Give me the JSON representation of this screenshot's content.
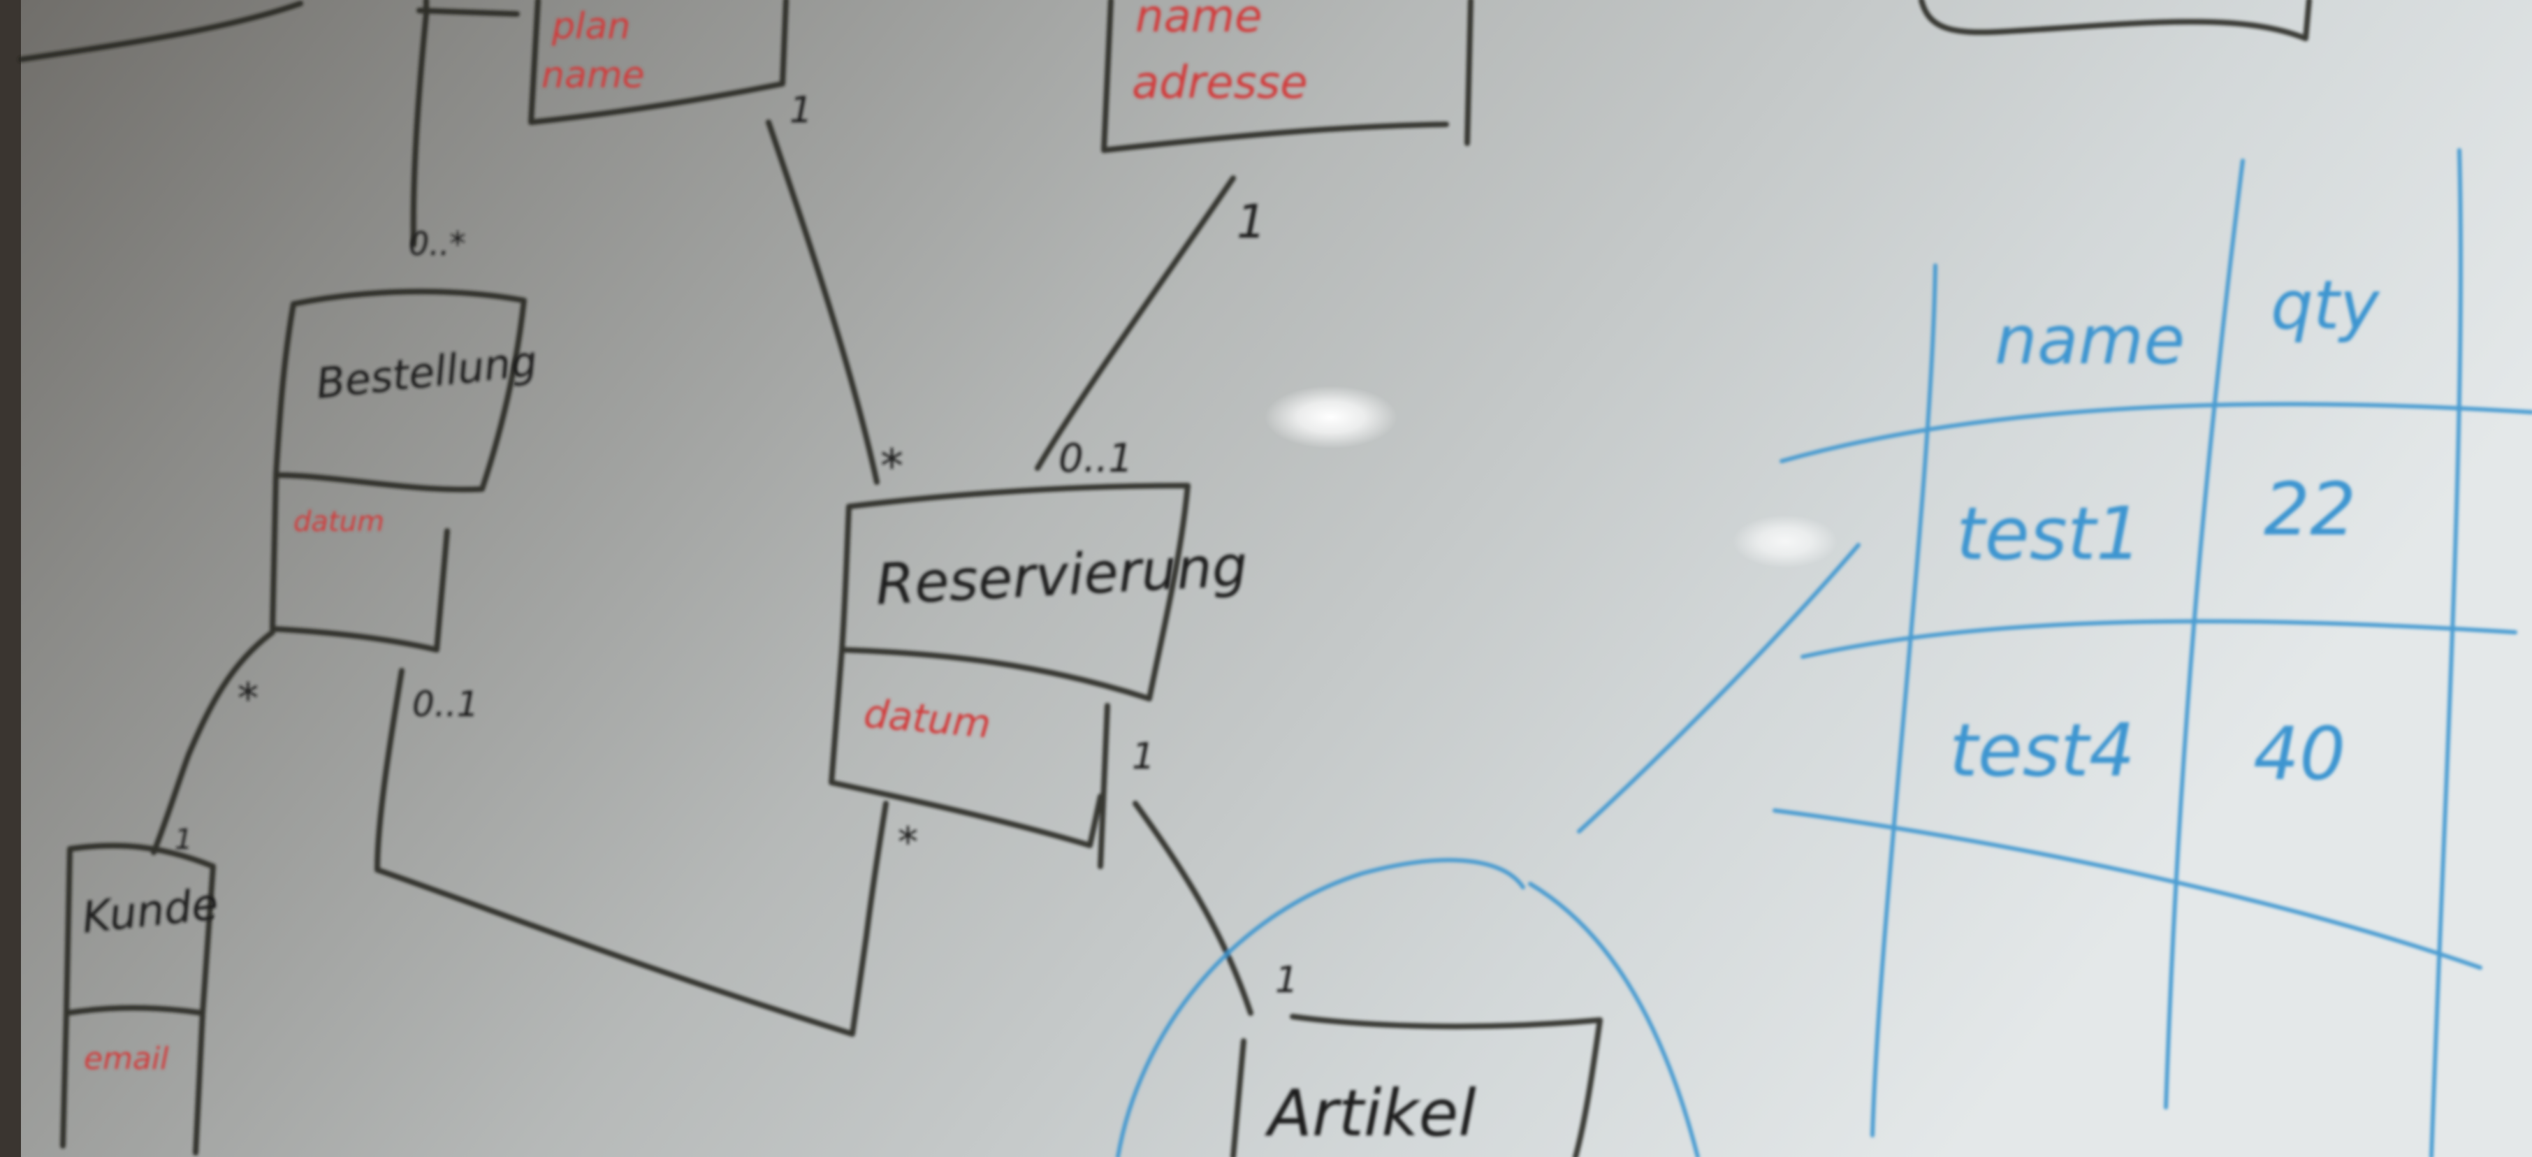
{
  "colors": {
    "ink_black": "#1d1d1b",
    "ink_red": "#d23a3a",
    "ink_blue": "#3c95d0",
    "board_light": "#dfe3e3",
    "board_dark": "#7f7f7d",
    "frame": "#3a3530"
  },
  "entities": {
    "top_left": {
      "attributes": [
        "plan",
        "name"
      ]
    },
    "top_center": {
      "attributes": [
        "name",
        "adresse"
      ]
    },
    "left_middle": {
      "title": "Bestellung",
      "attributes": [
        "datum"
      ]
    },
    "bottom_left": {
      "title": "Kunde",
      "attributes": [
        "email"
      ]
    },
    "center": {
      "title": "Reservierung",
      "attributes": [
        "datum"
      ]
    },
    "bottom_center": {
      "title": "Artikel"
    }
  },
  "multiplicities": {
    "top_left_below": "0..*",
    "top_left_right": "1",
    "top_center_below": "1",
    "center_top_left": "*",
    "center_top_right": "0..1",
    "left_middle_bottom": "0..1",
    "left_middle_star": "*",
    "bottom_left_top": "1",
    "center_right": "1",
    "center_bottom": "*",
    "article_top": "1"
  },
  "table": {
    "headers": [
      "name",
      "qty"
    ],
    "rows": [
      [
        "test1",
        "22"
      ],
      [
        "test4",
        "40"
      ]
    ]
  }
}
